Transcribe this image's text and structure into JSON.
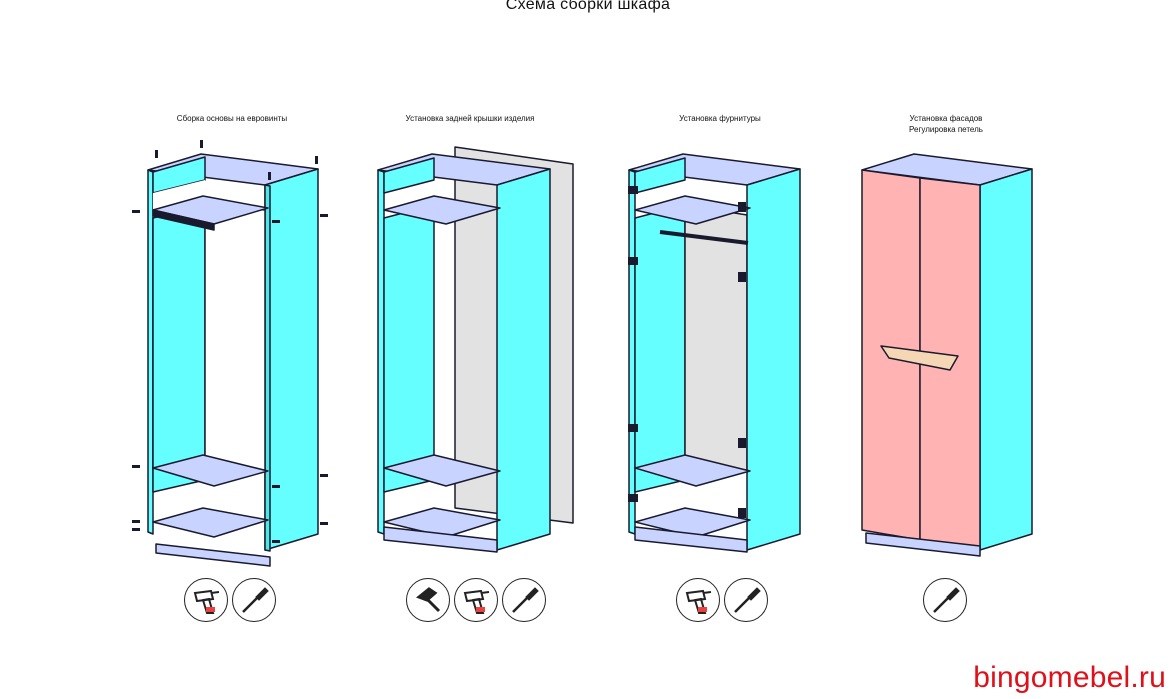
{
  "title": "Схема сборки шкафа",
  "steps": [
    {
      "label": "Сборка основы на евровинты",
      "tools": [
        "drill-icon",
        "screwdriver-icon"
      ]
    },
    {
      "label": "Установка задней крышки изделия",
      "tools": [
        "hammer-icon",
        "drill-icon",
        "screwdriver-icon"
      ]
    },
    {
      "label": "Установка фурнитуры",
      "tools": [
        "drill-icon",
        "screwdriver-icon"
      ]
    },
    {
      "label": "Установка фасадов",
      "label2": "Регулировка петель",
      "tools": [
        "screwdriver-icon"
      ]
    }
  ],
  "watermark": "bingomebel.ru",
  "colors": {
    "panel": "#66ffff",
    "shelf": "#c8d4ff",
    "back": "#e2e2e2",
    "facade": "#ffb3b3",
    "handle": "#f5d7b5",
    "outline": "#1a1a2e",
    "watermark": "#e0101a"
  }
}
